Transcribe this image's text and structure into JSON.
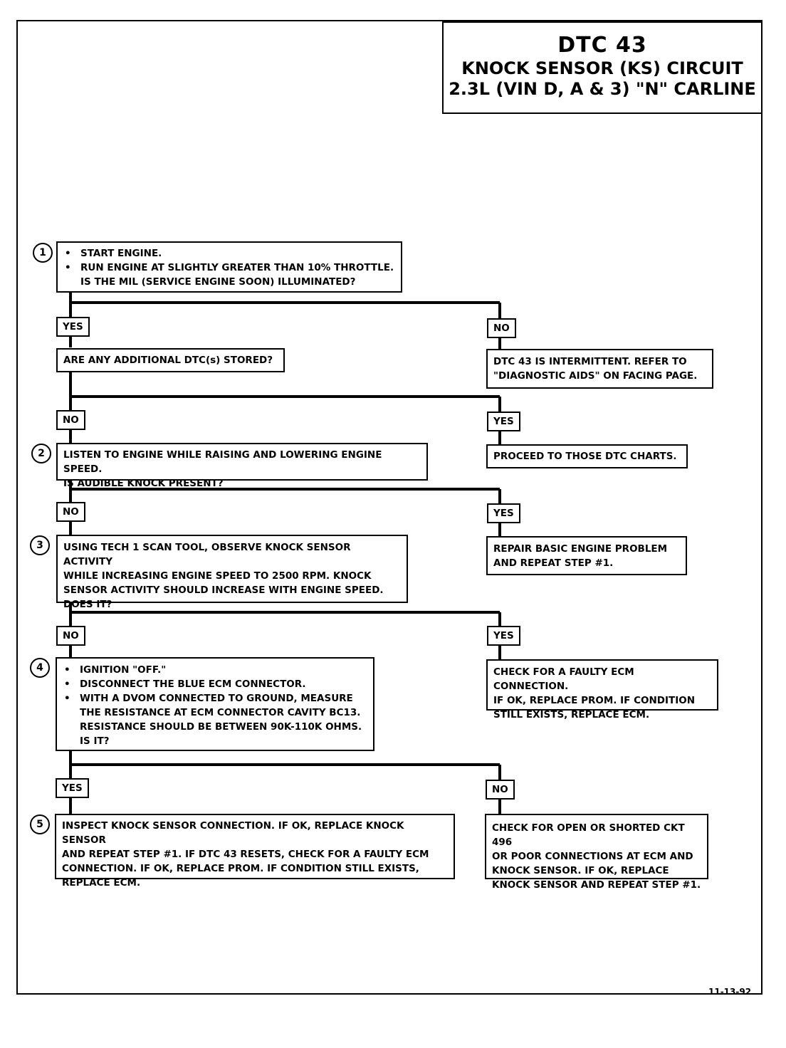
{
  "title": {
    "dtc": "DTC 43",
    "line1": "KNOCK SENSOR (KS) CIRCUIT",
    "line2": "2.3L  (VIN D, A & 3)  \"N\"  CARLINE"
  },
  "steps": {
    "s1": "1",
    "s2": "2",
    "s3": "3",
    "s4": "4",
    "s5": "5"
  },
  "boxes": {
    "step1": {
      "b1": "START ENGINE.",
      "b2": "RUN ENGINE AT SLIGHTLY GREATER THAN 10% THROTTLE.",
      "q": "IS THE MIL (SERVICE ENGINE SOON) ILLUMINATED?"
    },
    "additional_dtc": "ARE ANY ADDITIONAL DTC(s) STORED?",
    "intermittent": {
      "l1": "DTC 43 IS INTERMITTENT.  REFER TO",
      "l2": "\"DIAGNOSTIC AIDS\" ON FACING PAGE."
    },
    "step2": {
      "l1": "LISTEN TO ENGINE WHILE RAISING AND LOWERING ENGINE SPEED.",
      "l2": "IS AUDIBLE KNOCK PRESENT?"
    },
    "proceed": "PROCEED TO THOSE DTC CHARTS.",
    "step3": {
      "l1": "USING TECH 1 SCAN TOOL, OBSERVE KNOCK SENSOR ACTIVITY",
      "l2": "WHILE INCREASING ENGINE SPEED TO 2500 RPM.  KNOCK",
      "l3": "SENSOR ACTIVITY SHOULD INCREASE WITH ENGINE SPEED.",
      "l4": "DOES IT?"
    },
    "repair": {
      "l1": "REPAIR BASIC ENGINE PROBLEM",
      "l2": "AND REPEAT STEP #1."
    },
    "step4": {
      "b1": "IGNITION \"OFF.\"",
      "b2": "DISCONNECT THE BLUE ECM CONNECTOR.",
      "b3": "WITH A DVOM CONNECTED TO GROUND, MEASURE",
      "l4": "THE RESISTANCE AT ECM CONNECTOR CAVITY BC13.",
      "l5": "RESISTANCE SHOULD BE BETWEEN 90K-110K OHMS.",
      "q": "IS IT?"
    },
    "faulty_ecm": {
      "l1": "CHECK FOR A FAULTY ECM CONNECTION.",
      "l2": "IF OK, REPLACE PROM.  IF CONDITION",
      "l3": "STILL EXISTS, REPLACE ECM."
    },
    "step5": {
      "l1": "INSPECT KNOCK SENSOR CONNECTION.  IF OK, REPLACE KNOCK SENSOR",
      "l2": "AND REPEAT STEP #1.  IF DTC 43 RESETS, CHECK FOR A FAULTY ECM",
      "l3": "CONNECTION.  IF OK, REPLACE PROM.  IF CONDITION STILL EXISTS,",
      "l4": "REPLACE ECM."
    },
    "open_short": {
      "l1": "CHECK FOR OPEN OR SHORTED CKT 496",
      "l2": "OR POOR CONNECTIONS AT ECM AND",
      "l3": "KNOCK SENSOR.  IF OK, REPLACE",
      "l4": "KNOCK SENSOR AND REPEAT STEP #1."
    }
  },
  "labels": {
    "yes": "YES",
    "no": "NO"
  },
  "footer": {
    "date": "11-13-92"
  }
}
